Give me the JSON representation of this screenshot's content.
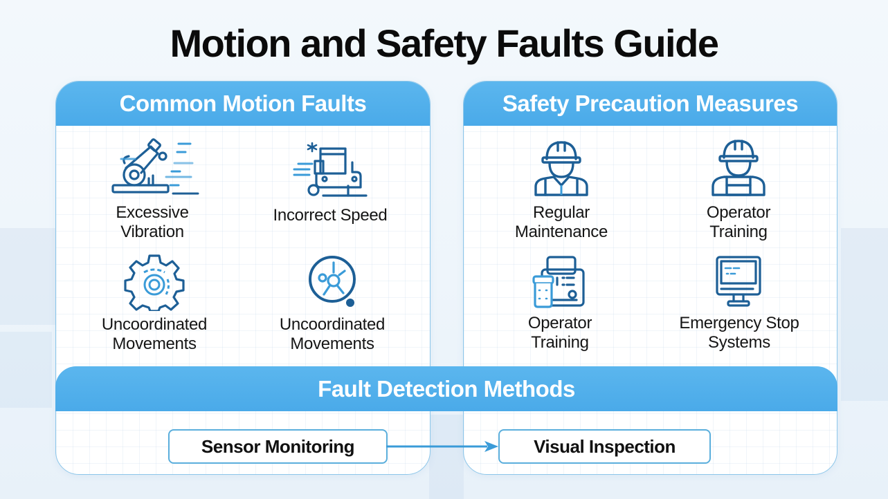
{
  "title": "Motion and Safety Faults Guide",
  "colors": {
    "header_blue": "#4aaae9",
    "icon_dark_blue": "#1d5f96",
    "icon_light_blue": "#3a9bd8",
    "border_blue": "#8cc6ea"
  },
  "panels": [
    {
      "heading": "Common Motion Faults",
      "items": [
        {
          "icon": "vibrating-machine-icon",
          "label_lines": [
            "Excessive",
            "Vibration"
          ]
        },
        {
          "icon": "speeding-machine-icon",
          "label_lines": [
            "Incorrect Speed"
          ]
        },
        {
          "icon": "gear-icon",
          "label_lines": [
            "Uncoordinated",
            "Movements"
          ]
        },
        {
          "icon": "inspection-magnifier-icon",
          "label_lines": [
            "Uncoordinated",
            "Movements"
          ]
        }
      ]
    },
    {
      "heading": "Safety Precaution Measures",
      "items": [
        {
          "icon": "worker-hardhat-icon",
          "label_lines": [
            "Regular",
            "Maintenance"
          ]
        },
        {
          "icon": "operator-hardhat-icon",
          "label_lines": [
            "Operator",
            "Training"
          ]
        },
        {
          "icon": "control-equipment-icon",
          "label_lines": [
            "Operator",
            "Training"
          ]
        },
        {
          "icon": "monitor-icon",
          "label_lines": [
            "Emergency Stop",
            "Systems"
          ]
        }
      ]
    }
  ],
  "detection": {
    "heading": "Fault Detection Methods",
    "methods": [
      "Sensor Monitoring",
      "Visual Inspection"
    ],
    "connector": "arrow-right-icon"
  }
}
